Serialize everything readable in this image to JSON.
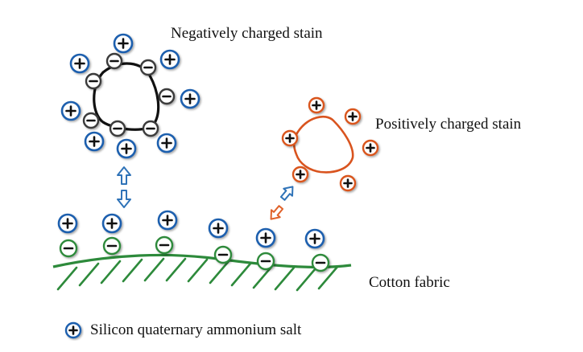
{
  "labels": {
    "negative_stain": "Negatively charged stain",
    "positive_stain": "Positively charged stain",
    "cotton_fabric": "Cotton fabric",
    "legend": "Silicon quaternary ammonium salt"
  },
  "symbols": {
    "plus": "+",
    "minus": "−"
  },
  "colors": {
    "blue": "#1f5fae",
    "dark_gray": "#3a3a3a",
    "orange": "#d9541f",
    "green": "#2d8a3b",
    "black": "#111111",
    "arrow_blue": "#2f73b8",
    "arrow_orange": "#e0622a"
  }
}
